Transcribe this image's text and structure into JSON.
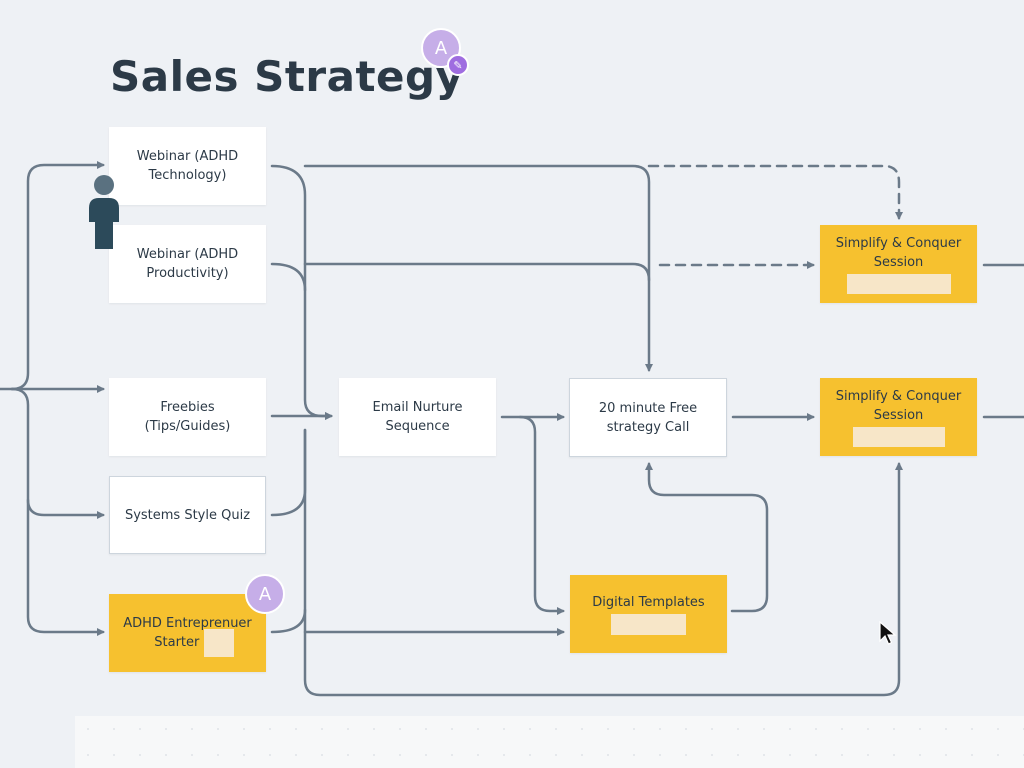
{
  "board": {
    "title": "Sales Strategy",
    "colors": {
      "background": "#eef1f5",
      "card": "#ffffff",
      "highlight": "#f6c12f",
      "connector": "#6b7a89",
      "title_text": "#2c3a47"
    }
  },
  "nodes": {
    "webinar_tech": "Webinar (ADHD\nTechnology)",
    "webinar_prod": "Webinar (ADHD\nProductivity)",
    "freebies": "Freebies\n(Tips/Guides)",
    "quiz": "Systems Style Quiz",
    "starter_kit": "ADHD Entreprenuer\nStarter Kit",
    "email_nurture": "Email Nurture\nSequence",
    "strategy_call": "20 minute Free\nstrategy Call",
    "digital_templates": "Digital Templates",
    "simplify_top": "Simplify & Conquer\nSession",
    "simplify_mid": "Simplify & Conquer\nSession"
  },
  "collaborators": [
    {
      "initial": "A",
      "icon": "pencil-icon"
    },
    {
      "initial": "A"
    }
  ],
  "icons": {
    "person": "person-icon",
    "cursor": "mouse-pointer-icon",
    "edit": "pencil-icon"
  }
}
